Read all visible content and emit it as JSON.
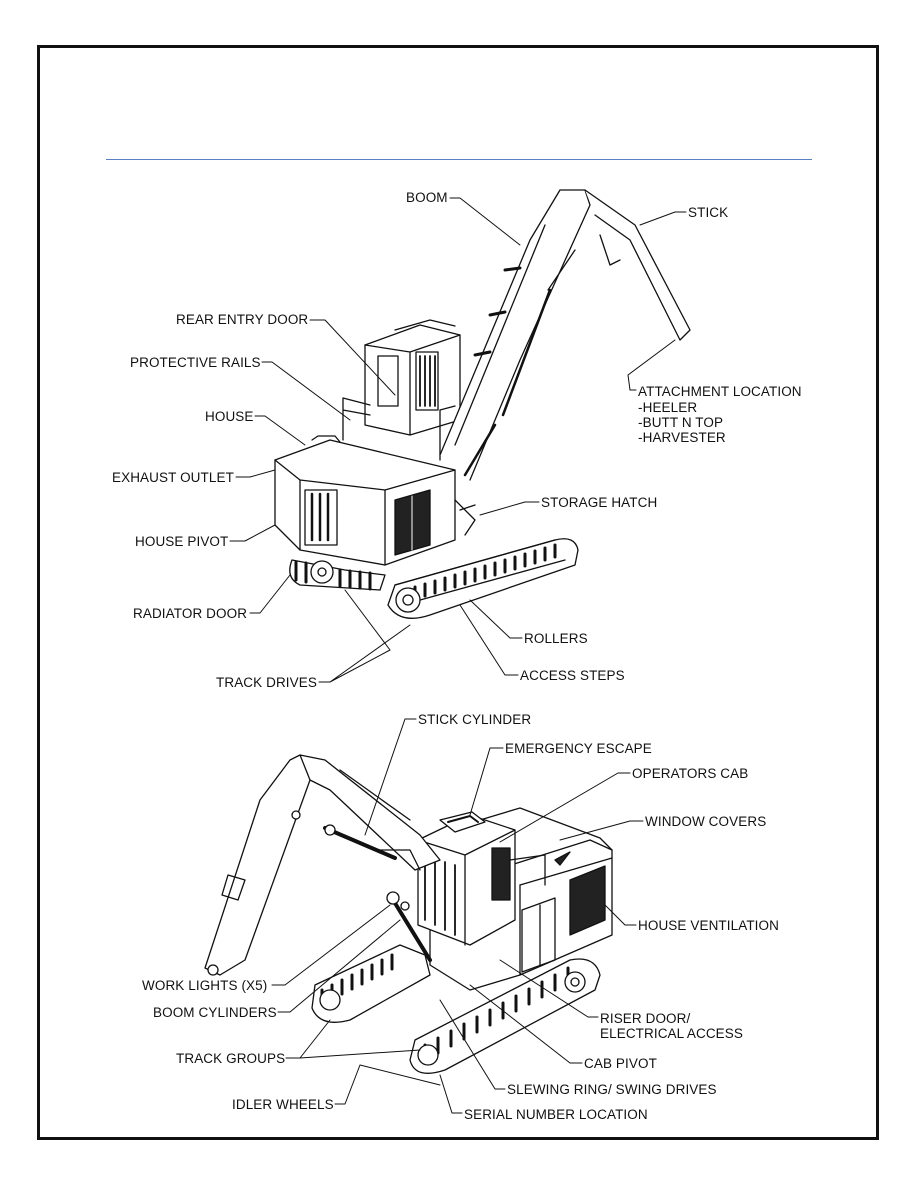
{
  "top_view": {
    "labels": {
      "boom": "BOOM",
      "stick": "STICK",
      "rear_entry_door": "REAR ENTRY DOOR",
      "protective_rails": "PROTECTIVE RAILS",
      "house": "HOUSE",
      "exhaust_outlet": "EXHAUST OUTLET",
      "house_pivot": "HOUSE PIVOT",
      "radiator_door": "RADIATOR DOOR",
      "track_drives": "TRACK DRIVES",
      "storage_hatch": "STORAGE HATCH",
      "rollers": "ROLLERS",
      "access_steps": "ACCESS STEPS",
      "attachment_location": "ATTACHMENT LOCATION",
      "attachment_heeler": "-HEELER",
      "attachment_butt_n_top": "-BUTT N TOP",
      "attachment_harvester": "-HARVESTER"
    }
  },
  "bottom_view": {
    "labels": {
      "stick_cylinder": "STICK CYLINDER",
      "emergency_escape": "EMERGENCY ESCAPE",
      "operators_cab": "OPERATORS CAB",
      "window_covers": "WINDOW COVERS",
      "house_ventilation": "HOUSE VENTILATION",
      "work_lights": "WORK LIGHTS (X5)",
      "boom_cylinders": "BOOM CYLINDERS",
      "track_groups": "TRACK GROUPS",
      "idler_wheels": "IDLER WHEELS",
      "riser_door_line1": "RISER DOOR/",
      "riser_door_line2": "ELECTRICAL ACCESS",
      "cab_pivot": "CAB PIVOT",
      "slewing_ring": "SLEWING RING/ SWING DRIVES",
      "serial_number_location": "SERIAL NUMBER LOCATION"
    }
  }
}
